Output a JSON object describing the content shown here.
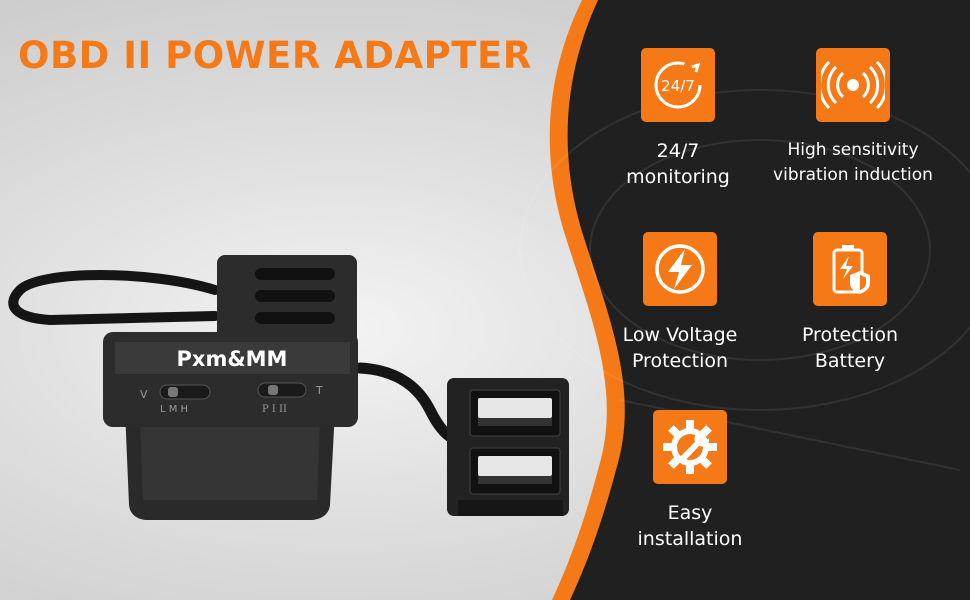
{
  "colors": {
    "accent": "#f57a17",
    "dark_panel": "#202020",
    "label_text": "#ffffff",
    "device_body": "#2c2c2c"
  },
  "title": "OBD II POWER ADAPTER",
  "device": {
    "brand": "Pxm&MM",
    "switch_left_label_start": "V",
    "switch_left_positions": "L M H",
    "switch_right_positions": "P I II",
    "switch_right_label_end": "T"
  },
  "features": [
    {
      "icon": "clock-24-7-icon",
      "icon_text": "24/7",
      "line1": "24/7",
      "line2": "monitoring"
    },
    {
      "icon": "vibration-icon",
      "line1": "High sensitivity",
      "line2": "vibration induction"
    },
    {
      "icon": "lightning-icon",
      "line1": "Low Voltage",
      "line2": "Protection"
    },
    {
      "icon": "battery-shield-icon",
      "line1": "Protection",
      "line2": "Battery"
    },
    {
      "icon": "gear-wrench-icon",
      "line1": "Easy",
      "line2": "installation"
    }
  ]
}
